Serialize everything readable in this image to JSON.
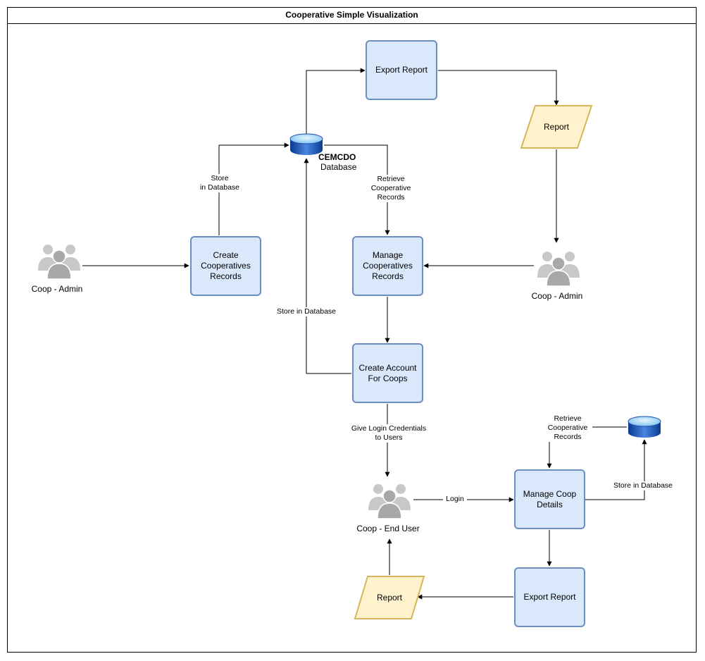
{
  "title": "Cooperative Simple Visualization",
  "nodes": {
    "create_records": "Create\nCooperatives\nRecords",
    "manage_records": "Manage\nCooperatives\nRecords",
    "create_account": "Create Account\nFor Coops",
    "export_report_top": "Export Report",
    "manage_coop_details": "Manage Coop\nDetails",
    "export_report_bottom": "Export Report"
  },
  "reports": {
    "top": "Report",
    "bottom": "Report"
  },
  "actors": {
    "admin_left": "Coop - Admin",
    "admin_right": "Coop - Admin",
    "end_user": "Coop - End User"
  },
  "database": {
    "name": "CEMCDO",
    "subtitle": "Database"
  },
  "edge_labels": {
    "store_db_1": "Store\nin Database",
    "retrieve_1": "Retrieve\nCooperative\nRecords",
    "store_db_2": "Store in Database",
    "give_login": "Give Login Credentials\nto Users",
    "login": "Login",
    "retrieve_2": "Retrieve\nCooperative\nRecords",
    "store_db_3": "Store in Database"
  },
  "colors": {
    "process_fill": "#dae8fc",
    "process_stroke": "#6c8ebf",
    "report_fill": "#fff2cc",
    "report_stroke": "#d6b656",
    "actor": "#b3b3b3",
    "database": "#1e4ea8"
  }
}
